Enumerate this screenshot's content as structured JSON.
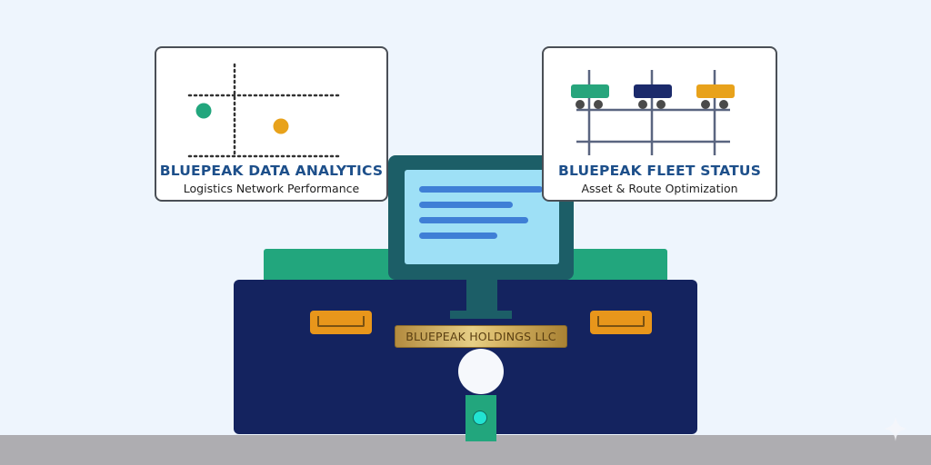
{
  "scene": {
    "description": "Illustration of a corporate data cabinet with a monitor and two floating info cards"
  },
  "analytics_card": {
    "title": "BLUEPEAK DATA ANALYTICS",
    "subtitle": "Logistics Network Performance",
    "points": [
      {
        "name": "green-point",
        "color": "#22a67d"
      },
      {
        "name": "orange-point",
        "color": "#e8a21b"
      }
    ]
  },
  "fleet_card": {
    "title": "BLUEPEAK FLEET STATUS",
    "subtitle": "Asset & Route Optimization",
    "vehicles": [
      {
        "name": "green-vehicle",
        "color": "#27a57c"
      },
      {
        "name": "navy-vehicle",
        "color": "#1b2a6b"
      },
      {
        "name": "orange-vehicle",
        "color": "#e8a21b"
      }
    ]
  },
  "cabinet": {
    "plaque_text": "BLUEPEAK HOLDINGS LLC"
  },
  "colors": {
    "background": "#eef5fd",
    "navy": "#14235f",
    "green": "#22a67d",
    "teal": "#1c5e67",
    "orange": "#e8961b",
    "screen": "#9ee0f6",
    "screen_lines": "#3f7fd6",
    "title_blue": "#1d4f8a",
    "floor": "#aeadb1"
  }
}
